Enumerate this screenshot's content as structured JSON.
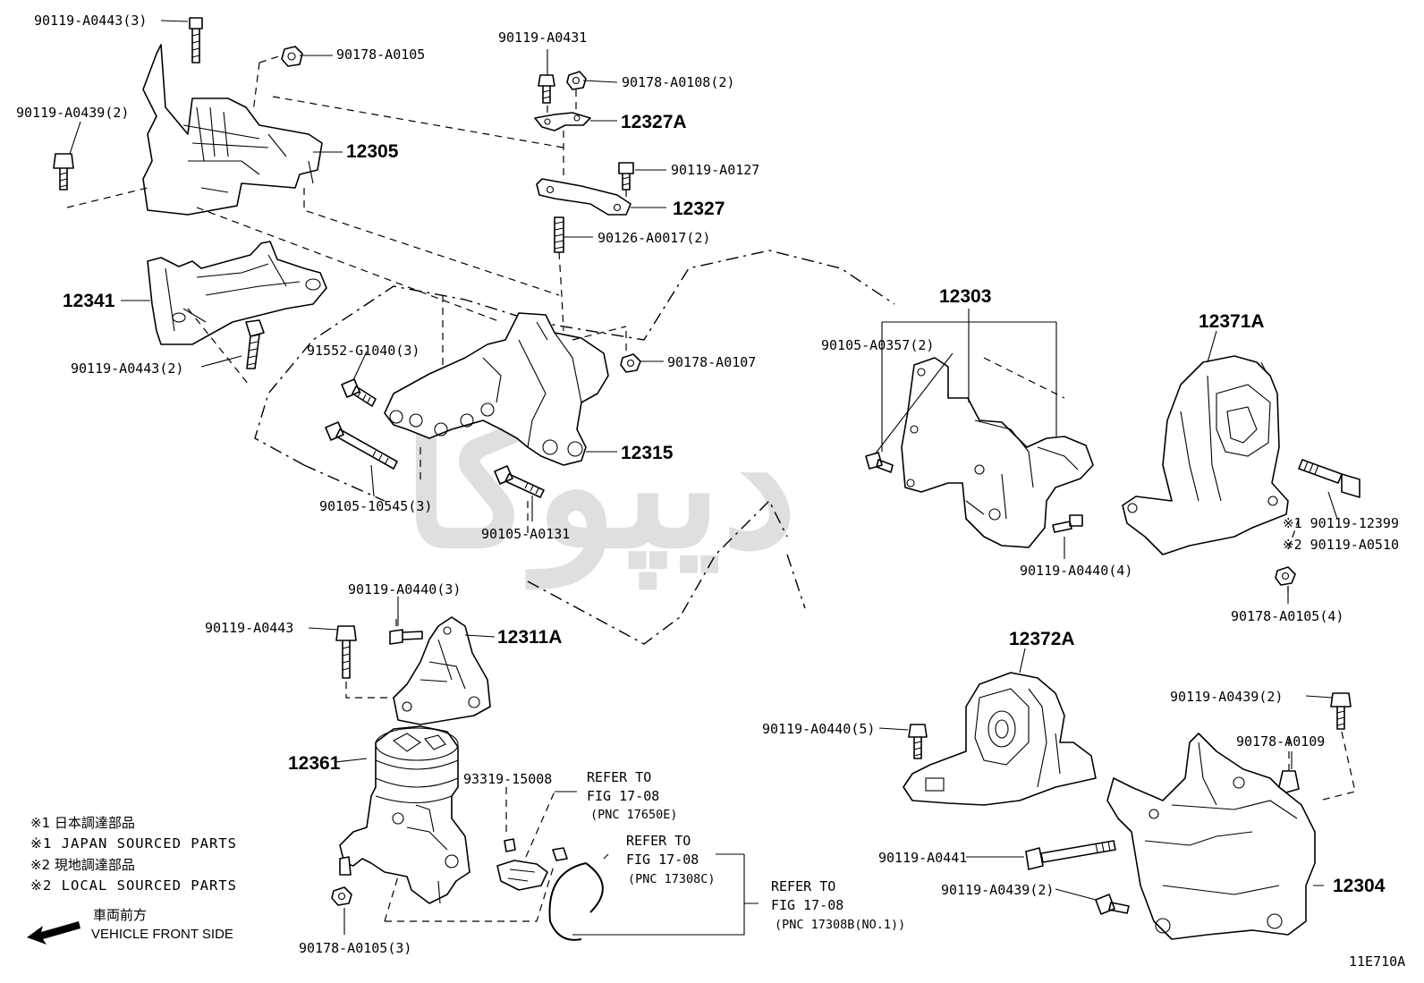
{
  "diagram_id": "11E710A",
  "watermark": "دیپوکا",
  "labels": {
    "p90119_a0443_3": "90119-A0443(3)",
    "p90178_a0105": "90178-A0105",
    "p90119_a0439_2_top": "90119-A0439(2)",
    "p12305": "12305",
    "p12341": "12341",
    "p90119_a0443_2": "90119-A0443(2)",
    "p90119_a0431": "90119-A0431",
    "p90178_a0108_2": "90178-A0108(2)",
    "p12327a": "12327A",
    "p90119_a0127": "90119-A0127",
    "p12327": "12327",
    "p90126_a0017_2": "90126-A0017(2)",
    "p91552_g1040_3": "91552-G1040(3)",
    "p90178_a0107": "90178-A0107",
    "p12315": "12315",
    "p90105_10545_3": "90105-10545(3)",
    "p90105_a0131": "90105-A0131",
    "p12303": "12303",
    "p90105_a0357_2": "90105-A0357(2)",
    "p90119_a0440_4": "90119-A0440(4)",
    "p12371a": "12371A",
    "p90119_12399": "※1 90119-12399",
    "p90119_a0510": "※2 90119-A0510",
    "p90178_a0105_4": "90178-A0105(4)",
    "p90119_a0440_3": "90119-A0440(3)",
    "p90119_a0443": "90119-A0443",
    "p12311a": "12311A",
    "p12361": "12361",
    "p93319_15008": "93319-15008",
    "p12372a": "12372A",
    "p90119_a0440_5": "90119-A0440(5)",
    "p90119_a0439_2_right": "90119-A0439(2)",
    "p90178_a0109": "90178-A0109",
    "p90119_a0441": "90119-A0441",
    "p90119_a0439_2_bottom": "90119-A0439(2)",
    "p12304": "12304",
    "p90178_a0105_3": "90178-A0105(3)"
  },
  "refer_notes": [
    {
      "line1": "REFER TO",
      "line2": "FIG 17-08",
      "line3": "(PNC 17650E)"
    },
    {
      "line1": "REFER TO",
      "line2": "FIG 17-08",
      "line3": "(PNC 17308C)"
    },
    {
      "line1": "REFER TO",
      "line2": "FIG 17-08",
      "line3": "(PNC 17308B(NO.1))"
    }
  ],
  "legend": {
    "line1": "※1 日本調達部品",
    "line2": "※1 JAPAN SOURCED PARTS",
    "line3": "※2 現地調達部品",
    "line4": "※2 LOCAL SOURCED PARTS"
  },
  "front_indicator": {
    "jp": "車両前方",
    "en": "VEHICLE FRONT SIDE"
  }
}
